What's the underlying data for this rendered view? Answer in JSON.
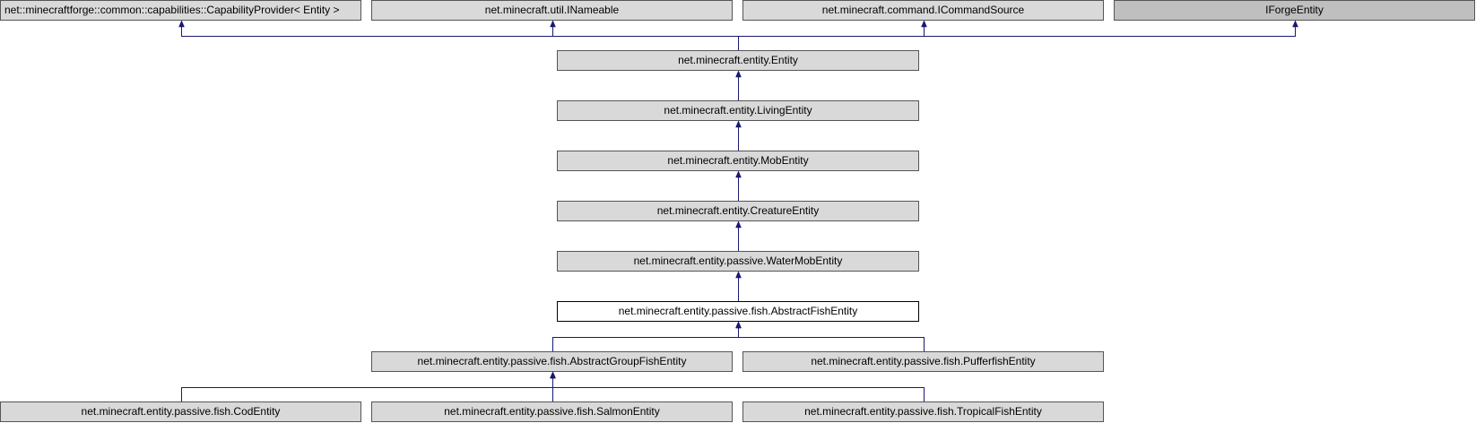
{
  "diagram": {
    "colors": {
      "edge": "#191970",
      "node_fill": "#d9d9d9",
      "external_fill": "#bfbfbf",
      "current_fill": "#ffffff"
    },
    "nodes": {
      "capability_provider": "net::minecraftforge::common::capabilities::CapabilityProvider< Entity >",
      "inameable": "net.minecraft.util.INameable",
      "icommand_source": "net.minecraft.command.ICommandSource",
      "iforge_entity": "IForgeEntity",
      "entity": "net.minecraft.entity.Entity",
      "living_entity": "net.minecraft.entity.LivingEntity",
      "mob_entity": "net.minecraft.entity.MobEntity",
      "creature_entity": "net.minecraft.entity.CreatureEntity",
      "water_mob_entity": "net.minecraft.entity.passive.WaterMobEntity",
      "abstract_fish_entity": "net.minecraft.entity.passive.fish.AbstractFishEntity",
      "abstract_group_fish_entity": "net.minecraft.entity.passive.fish.AbstractGroupFishEntity",
      "pufferfish_entity": "net.minecraft.entity.passive.fish.PufferfishEntity",
      "cod_entity": "net.minecraft.entity.passive.fish.CodEntity",
      "salmon_entity": "net.minecraft.entity.passive.fish.SalmonEntity",
      "tropical_fish_entity": "net.minecraft.entity.passive.fish.TropicalFishEntity"
    },
    "edges": [
      [
        "entity",
        "capability_provider"
      ],
      [
        "entity",
        "inameable"
      ],
      [
        "entity",
        "icommand_source"
      ],
      [
        "entity",
        "iforge_entity"
      ],
      [
        "living_entity",
        "entity"
      ],
      [
        "mob_entity",
        "living_entity"
      ],
      [
        "creature_entity",
        "mob_entity"
      ],
      [
        "water_mob_entity",
        "creature_entity"
      ],
      [
        "abstract_fish_entity",
        "water_mob_entity"
      ],
      [
        "abstract_group_fish_entity",
        "abstract_fish_entity"
      ],
      [
        "pufferfish_entity",
        "abstract_fish_entity"
      ],
      [
        "cod_entity",
        "abstract_group_fish_entity"
      ],
      [
        "salmon_entity",
        "abstract_group_fish_entity"
      ],
      [
        "tropical_fish_entity",
        "abstract_group_fish_entity"
      ]
    ]
  }
}
